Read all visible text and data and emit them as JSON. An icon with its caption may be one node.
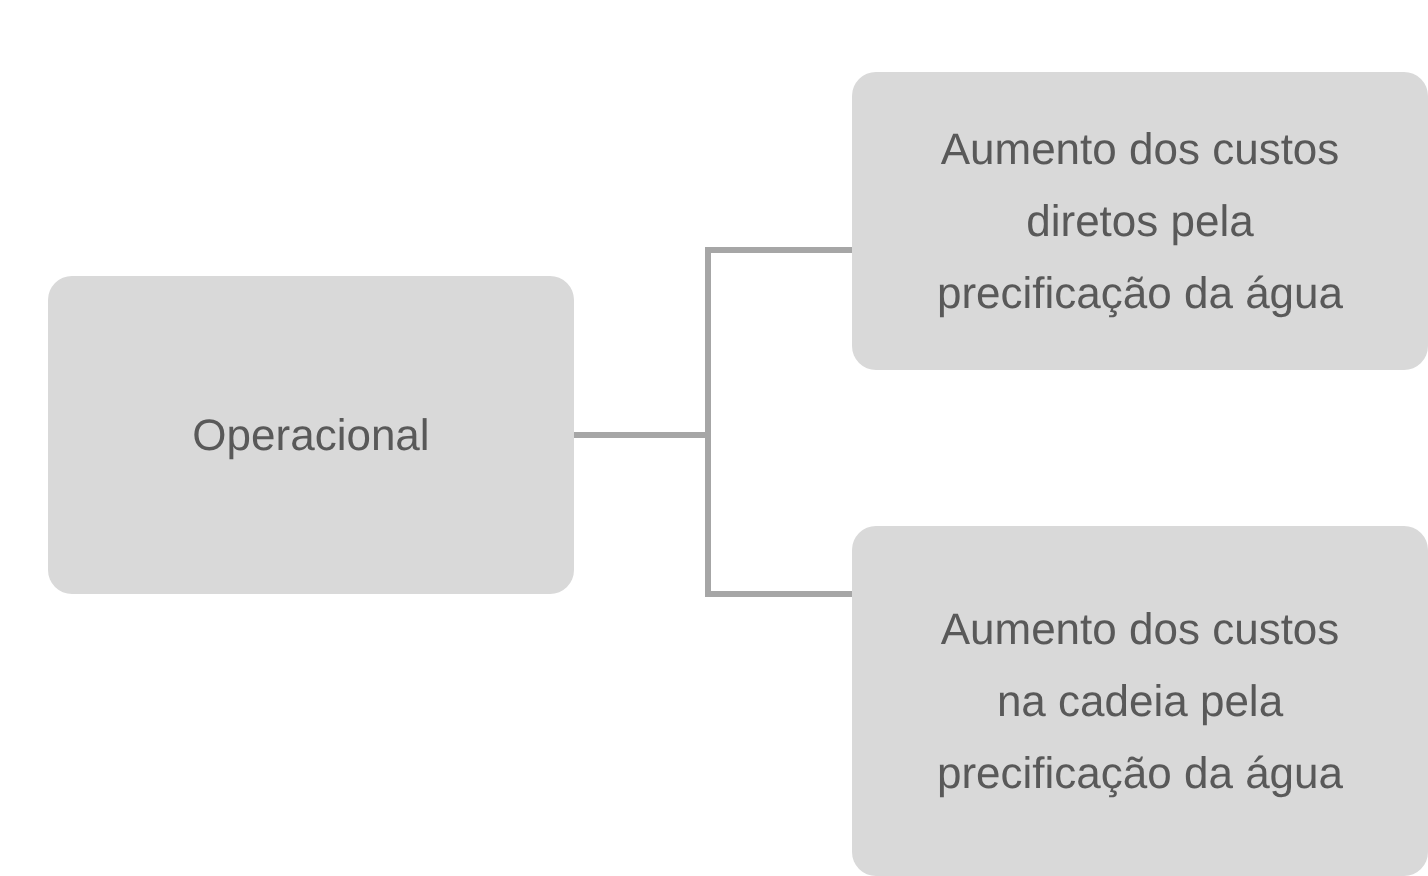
{
  "diagram": {
    "nodes": [
      {
        "text": [
          "Operacional"
        ]
      },
      {
        "text": [
          "Aumento dos custos diretos pela precificação da água"
        ]
      },
      {
        "text": [
          "Aumento dos custos na cadeia pela precificação da água"
        ]
      }
    ],
    "edges": [
      {
        "from": 0,
        "to": 1,
        "arrow": "none"
      },
      {
        "from": 0,
        "to": 2,
        "arrow": "none"
      }
    ]
  }
}
